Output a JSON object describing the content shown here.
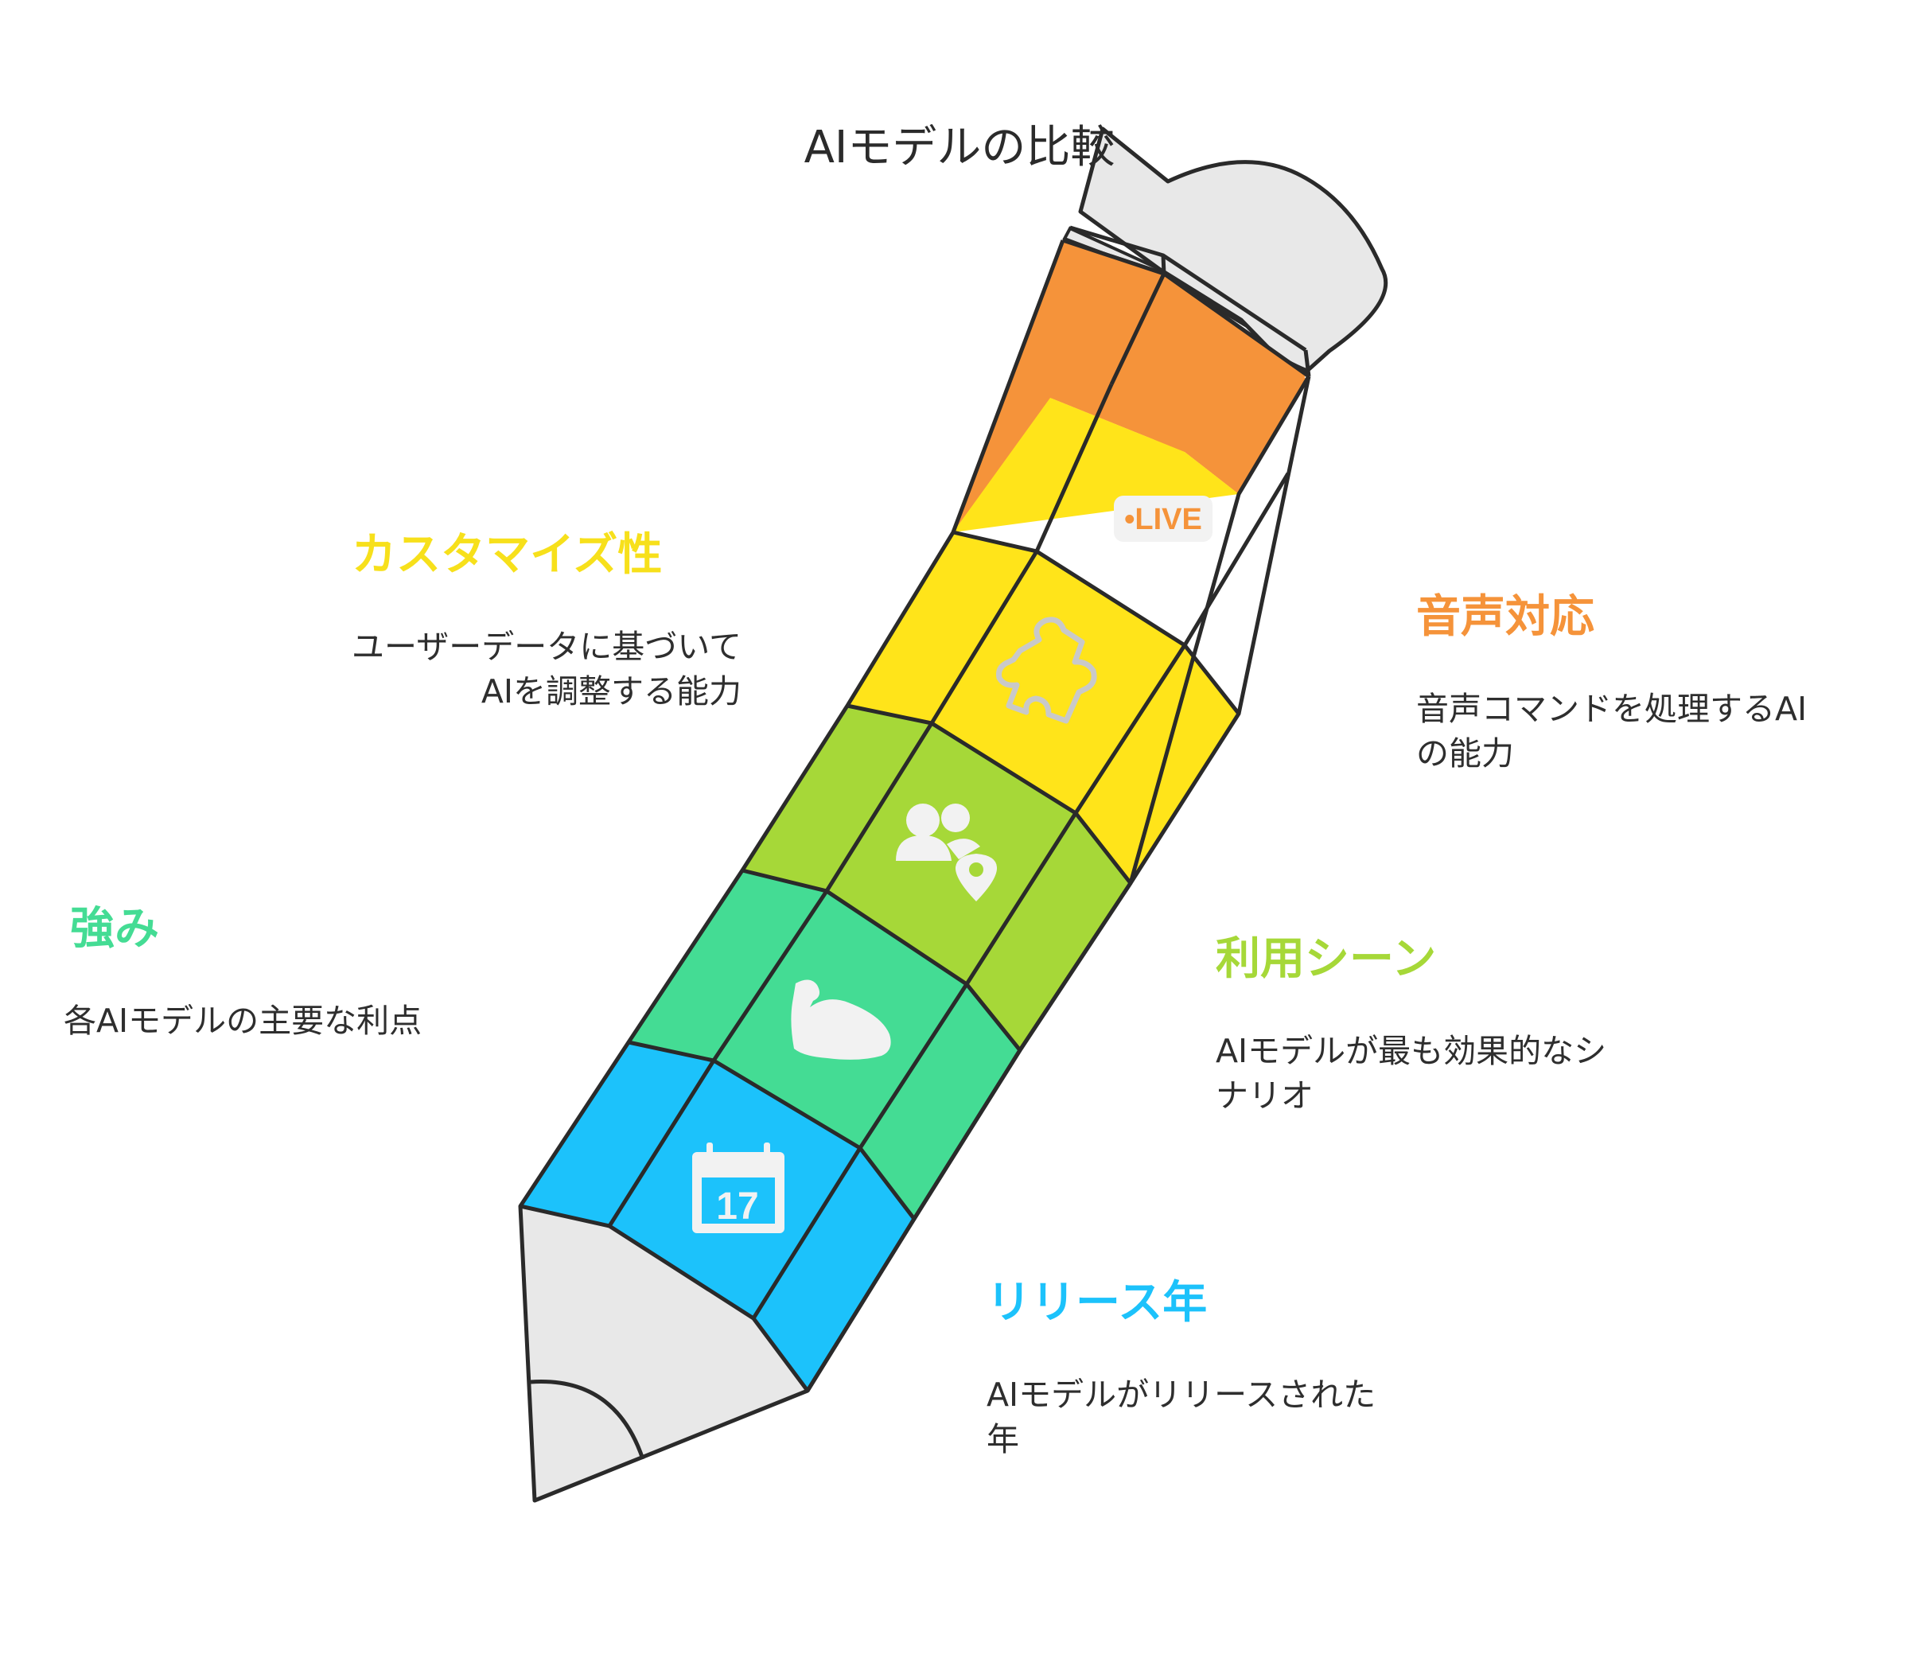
{
  "title": "AIモデルの比較",
  "colors": {
    "outline": "#2a2a2a",
    "body_grey": "#e8e8e8",
    "orange": "#f5933a",
    "yellow": "#ffe41a",
    "lime": "#a6d838",
    "green": "#44dc94",
    "blue": "#1cc2fb",
    "icon": "#f2f2f2"
  },
  "segments": [
    {
      "id": "voice",
      "heading": "音声対応",
      "description": [
        "音声コマンドを処理するAI",
        "の能力"
      ],
      "color": "#f5933a",
      "icon": "live-badge-icon",
      "icon_text": "•LIVE"
    },
    {
      "id": "customize",
      "heading": "カスタマイズ性",
      "description": [
        "ユーザーデータに基づいて",
        "AIを調整する能力"
      ],
      "color": "#ffe41a",
      "icon": "puzzle-piece-icon"
    },
    {
      "id": "usage",
      "heading": "利用シーン",
      "description": [
        "AIモデルが最も効果的なシ",
        "ナリオ"
      ],
      "color": "#a6d838",
      "icon": "users-location-icon"
    },
    {
      "id": "strength",
      "heading": "強み",
      "description": [
        "各AIモデルの主要な利点"
      ],
      "color": "#44dc94",
      "icon": "flexed-arm-icon"
    },
    {
      "id": "release",
      "heading": "リリース年",
      "description": [
        "AIモデルがリリースされた",
        "年"
      ],
      "color": "#1cc2fb",
      "icon": "calendar-icon",
      "icon_text": "17"
    }
  ]
}
